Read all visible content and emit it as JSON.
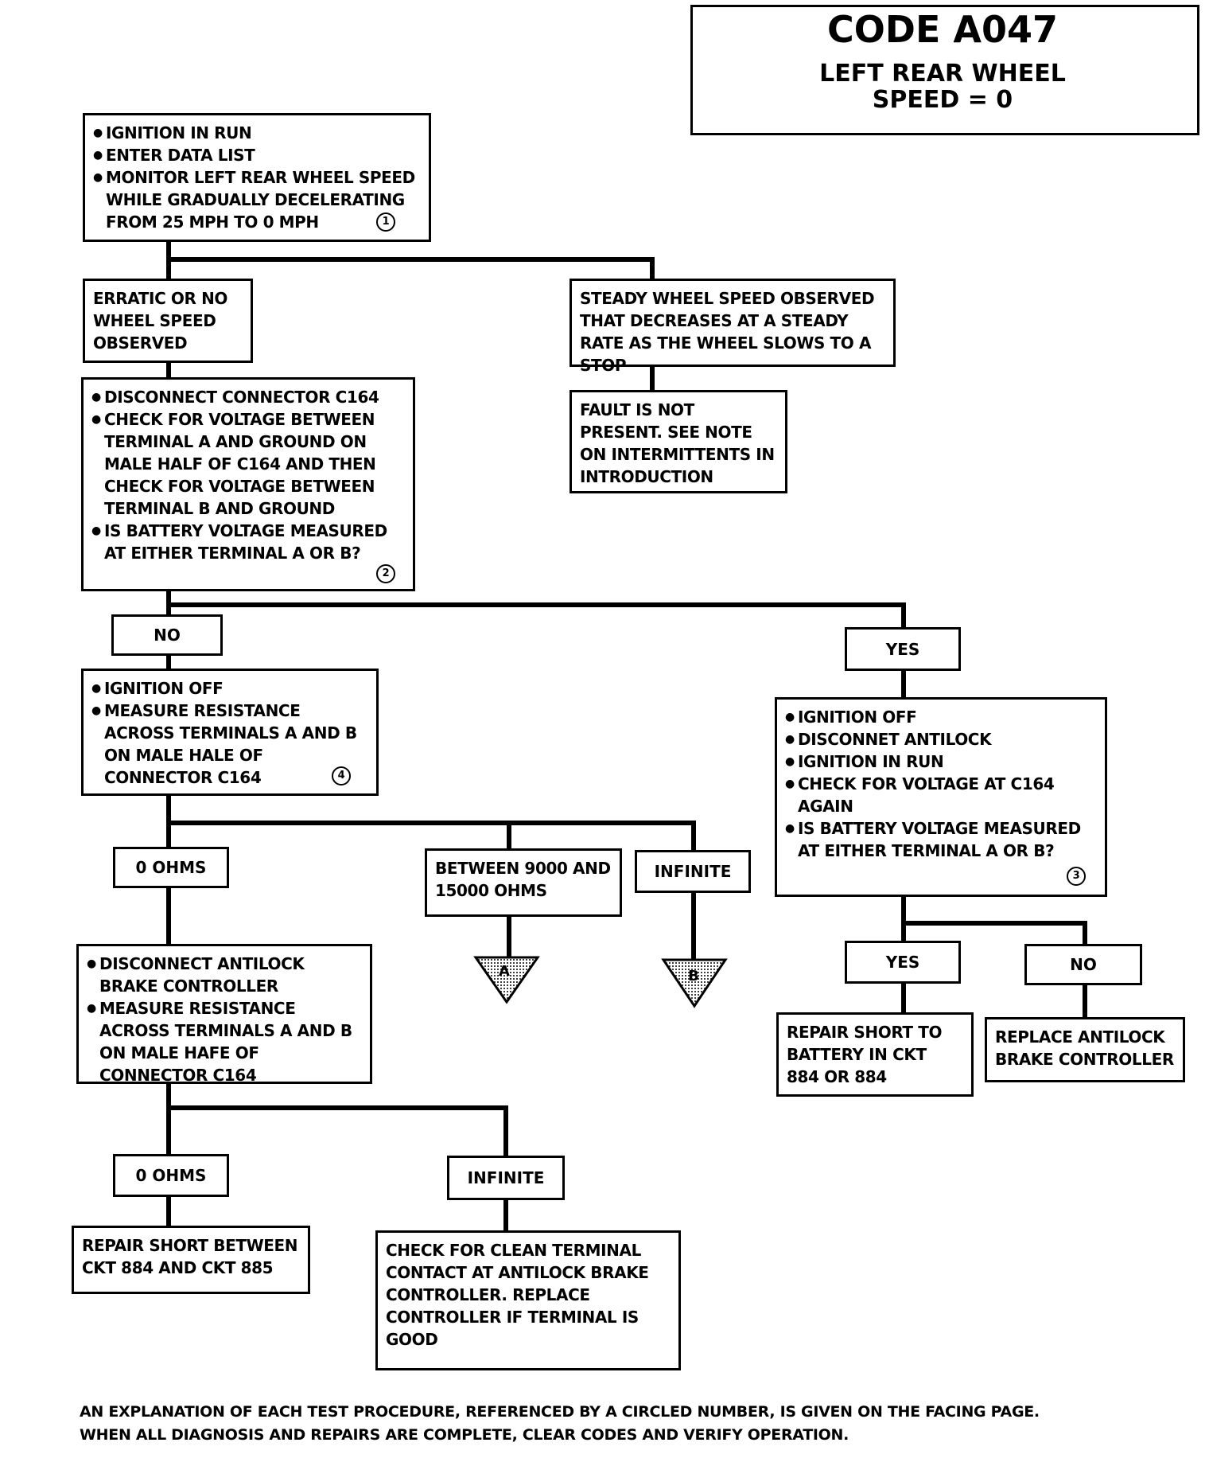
{
  "header": {
    "code": "CODE A047",
    "subtitle_line1": "LEFT REAR WHEEL",
    "subtitle_line2": "SPEED = 0"
  },
  "nodes": {
    "start": {
      "items": [
        "IGNITION IN RUN",
        "ENTER DATA LIST",
        "MONITOR LEFT REAR WHEEL SPEED WHILE GRADUALLY DECELERATING FROM 25 MPH TO 0 MPH"
      ],
      "step": "1"
    },
    "erratic": {
      "text": "ERRATIC OR NO WHEEL SPEED OBSERVED"
    },
    "steady": {
      "text": "STEADY WHEEL SPEED OBSERVED THAT DECREASES AT A STEADY RATE AS THE WHEEL SLOWS TO A STOP"
    },
    "fault_not_present": {
      "text": "FAULT IS NOT PRESENT. SEE NOTE ON INTERMITTENTS IN INTRODUCTION"
    },
    "check_voltage": {
      "items": [
        "DISCONNECT CONNECTOR C164",
        "CHECK FOR VOLTAGE BETWEEN TERMINAL A AND GROUND ON MALE HALF OF C164 AND THEN CHECK FOR VOLTAGE BETWEEN TERMINAL B AND GROUND",
        "IS BATTERY VOLTAGE MEASURED AT EITHER TERMINAL A OR B?"
      ],
      "step": "2"
    },
    "measure_resistance": {
      "items": [
        "IGNITION OFF",
        "MEASURE RESISTANCE ACROSS TERMINALS A AND B ON MALE HALE OF CONNECTOR C164"
      ],
      "step": "4"
    },
    "antilock_check": {
      "items": [
        "IGNITION OFF",
        "DISCONNET ANTILOCK",
        "IGNITION IN RUN",
        "CHECK FOR VOLTAGE AT C164 AGAIN",
        "IS BATTERY VOLTAGE MEASURED AT EITHER TERMINAL A OR B?"
      ],
      "step": "3"
    },
    "disconnect_controller": {
      "items": [
        "DISCONNECT ANTILOCK BRAKE CONTROLLER",
        "MEASURE RESISTANCE ACROSS TERMINALS A AND B ON MALE HAFE OF CONNECTOR C164"
      ]
    },
    "between_ohms": {
      "text": "BETWEEN 9000 AND 15000 OHMS"
    },
    "repair_short_battery": {
      "text": "REPAIR SHORT TO BATTERY IN CKT 884 OR 884"
    },
    "replace_controller": {
      "text": "REPLACE ANTILOCK BRAKE CONTROLLER"
    },
    "repair_short_between": {
      "text": "REPAIR SHORT BETWEEN CKT 884 AND CKT 885"
    },
    "clean_terminal": {
      "text": "CHECK FOR CLEAN TERMINAL CONTACT AT ANTILOCK BRAKE CONTROLLER. REPLACE CONTROLLER IF TERMINAL IS GOOD"
    }
  },
  "labels": {
    "no_1": "NO",
    "yes_1": "YES",
    "zero_ohms_1": "0 OHMS",
    "infinite_1": "INFINITE",
    "yes_2": "YES",
    "no_2": "NO",
    "zero_ohms_2": "0 OHMS",
    "infinite_2": "INFINITE"
  },
  "connectors": {
    "a": "A",
    "b": "B"
  },
  "footer": {
    "line1": "AN EXPLANATION OF EACH TEST PROCEDURE, REFERENCED BY A CIRCLED NUMBER, IS GIVEN ON THE FACING PAGE.",
    "line2": "WHEN ALL DIAGNOSIS AND REPAIRS ARE COMPLETE, CLEAR CODES AND VERIFY OPERATION."
  }
}
